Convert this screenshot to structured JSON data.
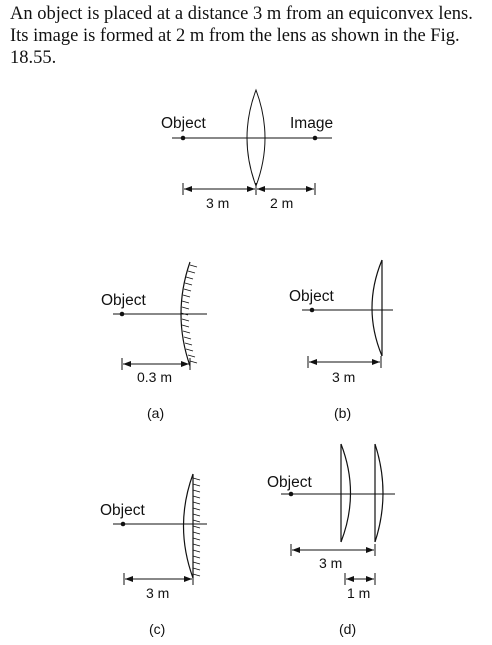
{
  "question": "An object is placed at a distance 3 m from an equiconvex lens. Its image is formed at 2 m from the lens as shown in the Fig. 18.55.",
  "main": {
    "object_label": "Object",
    "image_label": "Image",
    "object_distance": "3 m",
    "image_distance": "2 m"
  },
  "options": {
    "a": {
      "object_label": "Object",
      "distance": "0.3 m",
      "caption": "(a)"
    },
    "b": {
      "object_label": "Object",
      "distance": "3 m",
      "caption": "(b)"
    },
    "c": {
      "object_label": "Object",
      "distance": "3 m",
      "caption": "(c)"
    },
    "d": {
      "object_label": "Object",
      "distance_total": "3 m",
      "distance_gap": "1 m",
      "caption": "(d)"
    }
  }
}
